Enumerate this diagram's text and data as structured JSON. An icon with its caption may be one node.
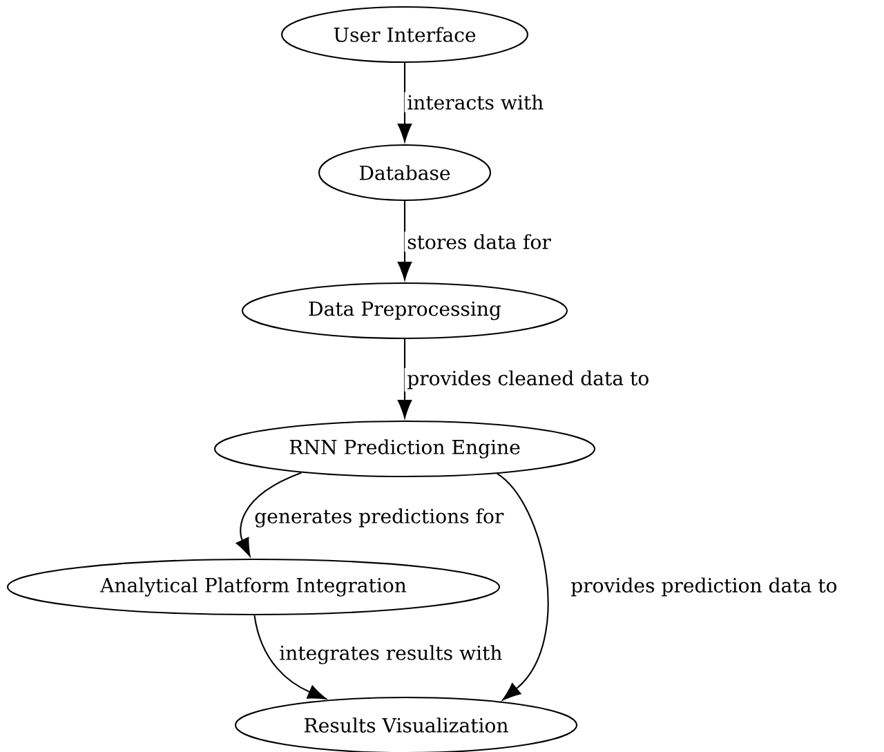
{
  "diagram": {
    "nodes": [
      {
        "text": [
          "User Interface"
        ]
      },
      {
        "text": [
          "Database"
        ]
      },
      {
        "text": [
          "Data Preprocessing"
        ]
      },
      {
        "text": [
          "RNN Prediction Engine"
        ]
      },
      {
        "text": [
          "Analytical Platform Integration"
        ]
      },
      {
        "text": [
          "Results Visualization"
        ]
      }
    ],
    "edges": [
      {
        "from": 0,
        "to": 1,
        "arrow": "to",
        "label": "interacts with"
      },
      {
        "from": 1,
        "to": 2,
        "arrow": "to",
        "label": "stores data for"
      },
      {
        "from": 2,
        "to": 3,
        "arrow": "to",
        "label": "provides cleaned data to"
      },
      {
        "from": 3,
        "to": 4,
        "arrow": "to",
        "label": "generates predictions for"
      },
      {
        "from": 3,
        "to": 5,
        "arrow": "to",
        "label": "provides prediction data to"
      },
      {
        "from": 4,
        "to": 5,
        "arrow": "to",
        "label": "integrates results with"
      }
    ]
  }
}
